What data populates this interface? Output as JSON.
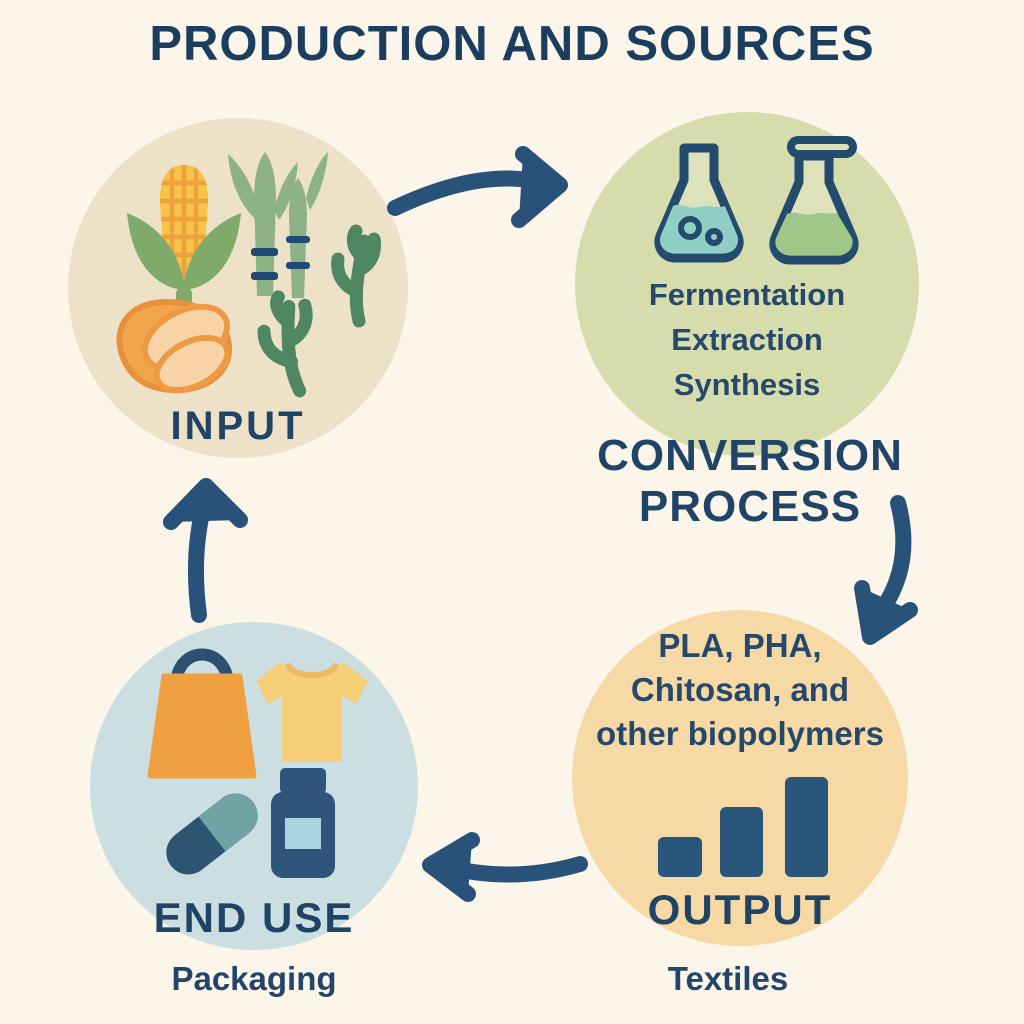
{
  "title": "PRODUCTION AND SOURCES",
  "nodes": {
    "input": {
      "label": "INPUT",
      "icons": [
        "corn-icon",
        "sugarcane-icon",
        "seaweed-icon",
        "bread-icon"
      ]
    },
    "conversion": {
      "label_lines": [
        "CONVERSION",
        "PROCESS"
      ],
      "processes": [
        "Fermentation",
        "Extraction",
        "Synthesis"
      ],
      "icons": [
        "flask-blue-icon",
        "flask-green-icon"
      ]
    },
    "output": {
      "label": "OUTPUT",
      "description_lines": [
        "PLA, PHA,",
        "Chitosan, and",
        "other biopolymers"
      ],
      "caption": "Textiles",
      "icons": [
        "bar-chart-icon"
      ]
    },
    "end_use": {
      "label": "END USE",
      "caption": "Packaging",
      "icons": [
        "shopping-bag-icon",
        "tshirt-icon",
        "pill-capsule-icon",
        "bottle-icon"
      ]
    }
  },
  "flow": [
    "input",
    "conversion",
    "output",
    "end_use"
  ],
  "colors": {
    "background": "#FBF5EA",
    "navy": "#27517B",
    "input_circle": "#EDE2C8",
    "conversion_circle": "#D6DCAC",
    "output_circle": "#F7D9A5",
    "end_use_circle": "#CBDEE1",
    "flask_liquid_blue": "#8FCFC6",
    "flask_liquid_green": "#A0C687",
    "plant_green": "#7FAA69",
    "corn_yellow": "#F7C348",
    "bag_orange": "#F0A040",
    "shirt_yellow": "#F6CE78"
  }
}
